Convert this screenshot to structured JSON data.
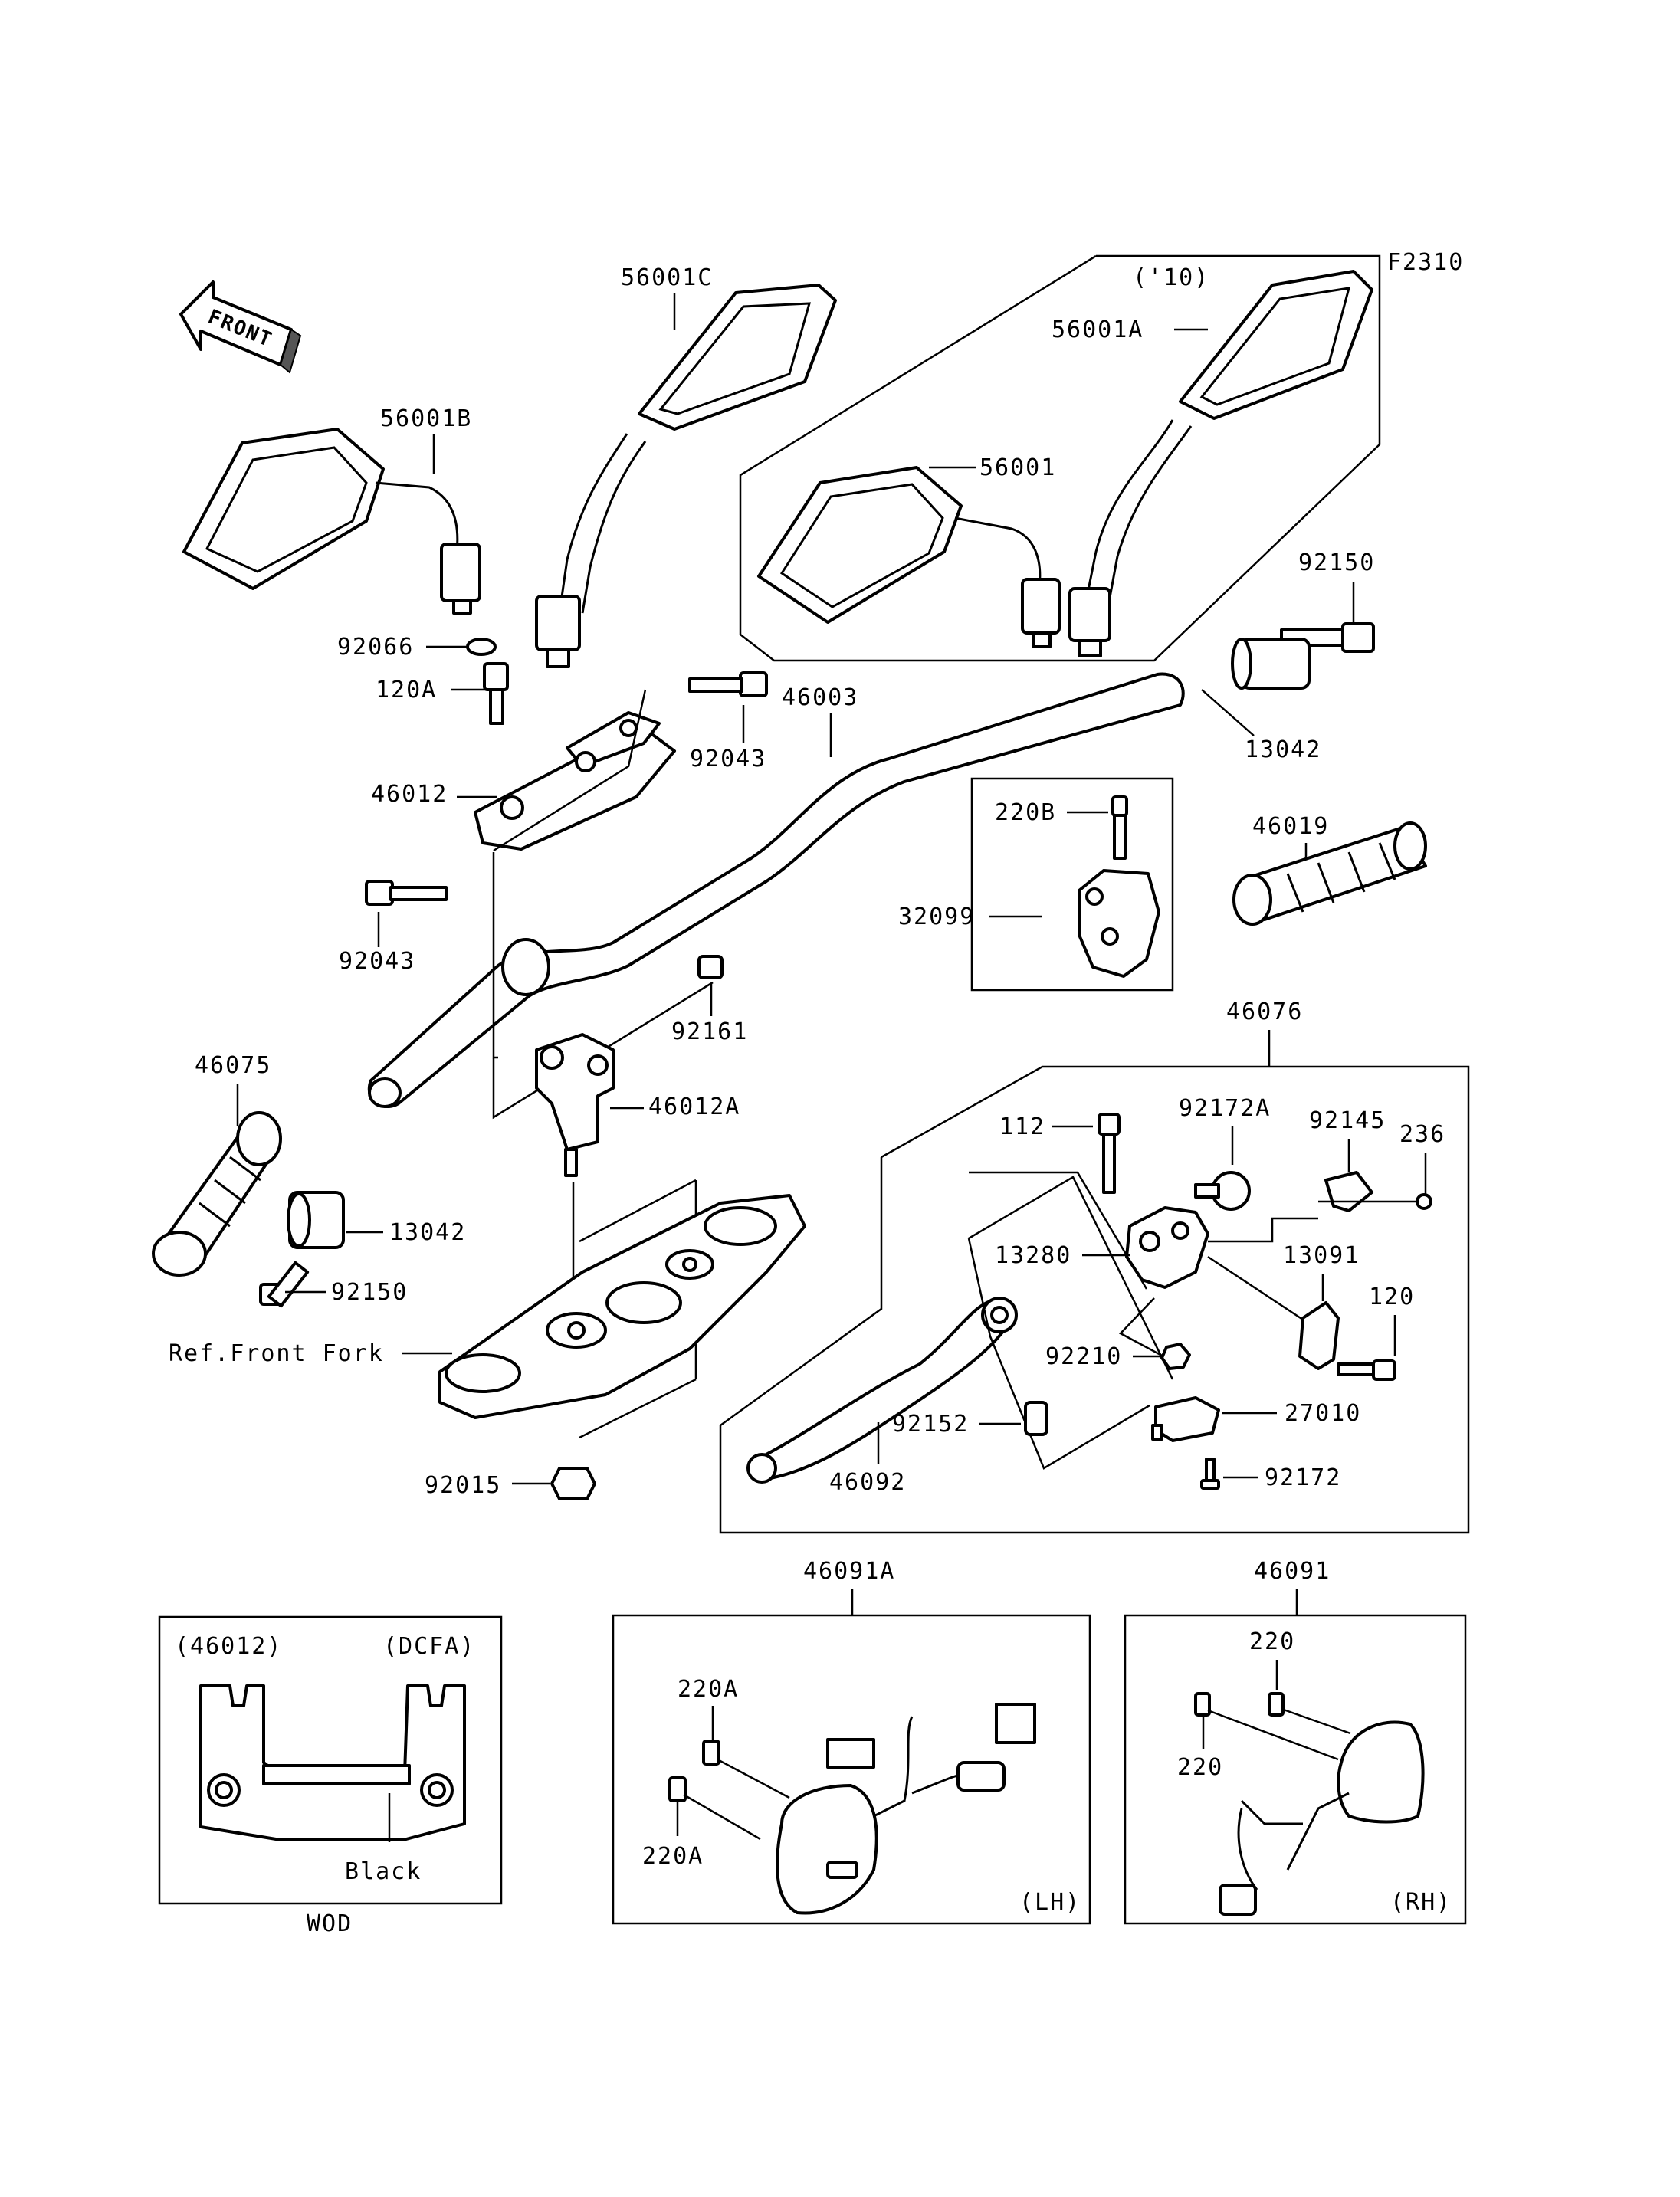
{
  "figure_code": "F2310",
  "front_label": "FRONT",
  "year_note": "('10)",
  "parts": {
    "p56001C": "56001C",
    "p56001A": "56001A",
    "p56001B": "56001B",
    "p56001": "56001",
    "p92150_top": "92150",
    "p92066": "92066",
    "p120A": "120A",
    "p46003": "46003",
    "p92043_top": "92043",
    "p13042_right": "13042",
    "p46012": "46012",
    "p220B": "220B",
    "p46019": "46019",
    "p32099": "32099",
    "p92043_bot": "92043",
    "p92161": "92161",
    "p46076": "46076",
    "p46075": "46075",
    "p46012A": "46012A",
    "p112": "112",
    "p92172A": "92172A",
    "p92145": "92145",
    "p236": "236",
    "p13280": "13280",
    "p13091": "13091",
    "p13042_left": "13042",
    "p120": "120",
    "p92150_bot": "92150",
    "p92210": "92210",
    "ref_front_fork": "Ref.Front Fork",
    "p27010": "27010",
    "p92152": "92152",
    "p46092": "46092",
    "p92172": "92172",
    "p92015": "92015",
    "p46091A": "46091A",
    "p46091": "46091",
    "p220_a": "220",
    "p220A_a": "220A",
    "p220_b": "220",
    "p220A_b": "220A"
  },
  "inset_color": {
    "part_ref": "(46012)",
    "color_code": "(DCFA)",
    "color_name": "Black",
    "code": "WOD"
  },
  "side_labels": {
    "lh": "(LH)",
    "rh": "(RH)"
  }
}
